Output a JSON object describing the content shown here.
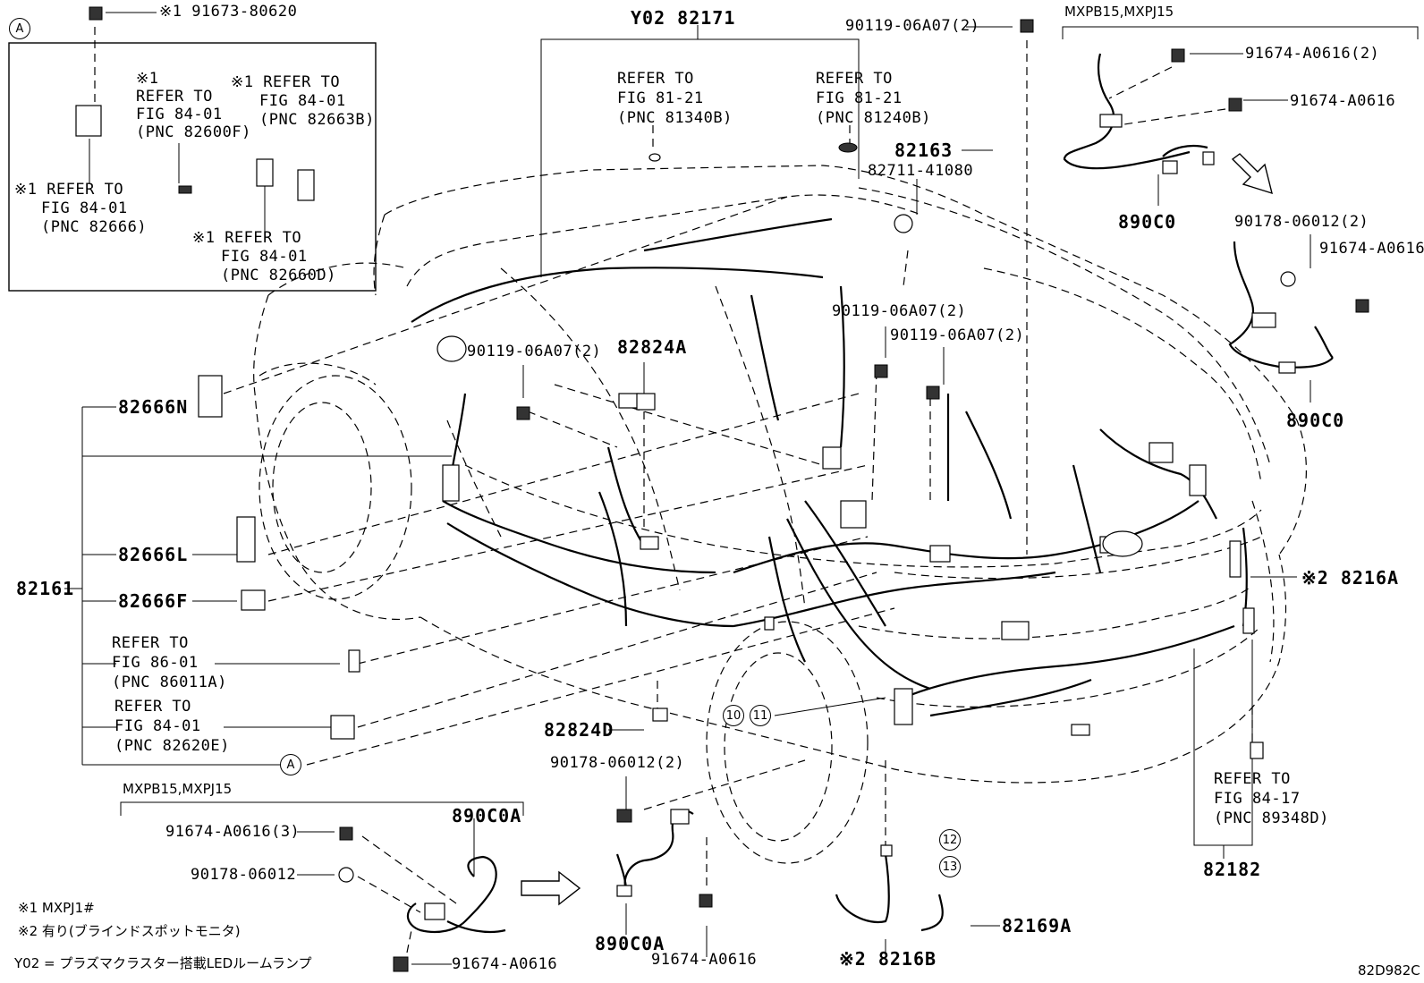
{
  "labels": {
    "ref_circle_a_top": "A",
    "ref_circle_a_bottom": "A",
    "p_91673_80620": "※1 91673-80620",
    "p_y02_82171": "Y02 82171",
    "p_90119_06a07_2_top": "90119-06A07(2)",
    "mxpb15_top": "MXPB15,MXPJ15",
    "p_91674_a0616_2": "91674-A0616(2)",
    "p_91674_a0616_a": "91674-A0616",
    "refer_81_21_a": [
      "REFER TO",
      "FIG 81-21",
      "(PNC 81340B)"
    ],
    "refer_81_21_b": [
      "REFER TO",
      "FIG 81-21",
      "(PNC 81240B)"
    ],
    "p_82163": "82163",
    "p_82711_41080": "82711-41080",
    "p_890c0_a": "890C0",
    "p_90178_06012_2_top": "90178-06012(2)",
    "p_91674_a0616_b": "91674-A0616",
    "p_890c0_b": "890C0",
    "box_refer_82600f": [
      "※1",
      "REFER TO",
      "FIG 84-01",
      "(PNC 82600F)"
    ],
    "box_refer_82663b": [
      "※1 REFER TO",
      "FIG 84-01",
      "(PNC 82663B)"
    ],
    "box_refer_82666": [
      "※1 REFER TO",
      "FIG 84-01",
      "(PNC 82666)"
    ],
    "box_refer_82660d": [
      "※1 REFER TO",
      "FIG 84-01",
      "(PNC 82660D)"
    ],
    "p_90119_06a07_2_mid": "90119-06A07(2)",
    "p_82824a": "82824A",
    "p_90119_06a07_2_r1": "90119-06A07(2)",
    "p_90119_06a07_2_r2": "90119-06A07(2)",
    "p_82666n": "82666N",
    "p_82666l": "82666L",
    "p_82161": "82161",
    "p_82666f": "82666F",
    "refer_86_01": [
      "REFER TO",
      "FIG 86-01",
      "(PNC 86011A)"
    ],
    "refer_84_01_e": [
      "REFER TO",
      "FIG 84-01",
      "(PNC 82620E)"
    ],
    "p_8216a": "※2 8216A",
    "p_82824d": "82824D",
    "circ_10": "10",
    "circ_11": "11",
    "circ_12": "12",
    "circ_13": "13",
    "mxpb15_bottom": "MXPB15,MXPJ15",
    "p_890c0a_top": "890C0A",
    "p_91674_a0616_3": "91674-A0616(3)",
    "p_90178_06012": "90178-06012",
    "p_90178_06012_2_bot": "90178-06012(2)",
    "p_890c0a_bot": "890C0A",
    "p_91674_a0616_c": "91674-A0616",
    "p_91674_a0616_d": "91674-A0616",
    "refer_84_17": [
      "REFER TO",
      "FIG 84-17",
      "(PNC 89348D)"
    ],
    "p_82182": "82182",
    "p_82169a": "82169A",
    "p_8216b": "※2 8216B",
    "note_1": "※1 MXPJ1#",
    "note_2": "※2 有り(ブラインドスポットモニタ)",
    "note_y02": "Y02 = プラズマクラスター搭載LEDルームランプ",
    "fig_code": "82D982C"
  }
}
